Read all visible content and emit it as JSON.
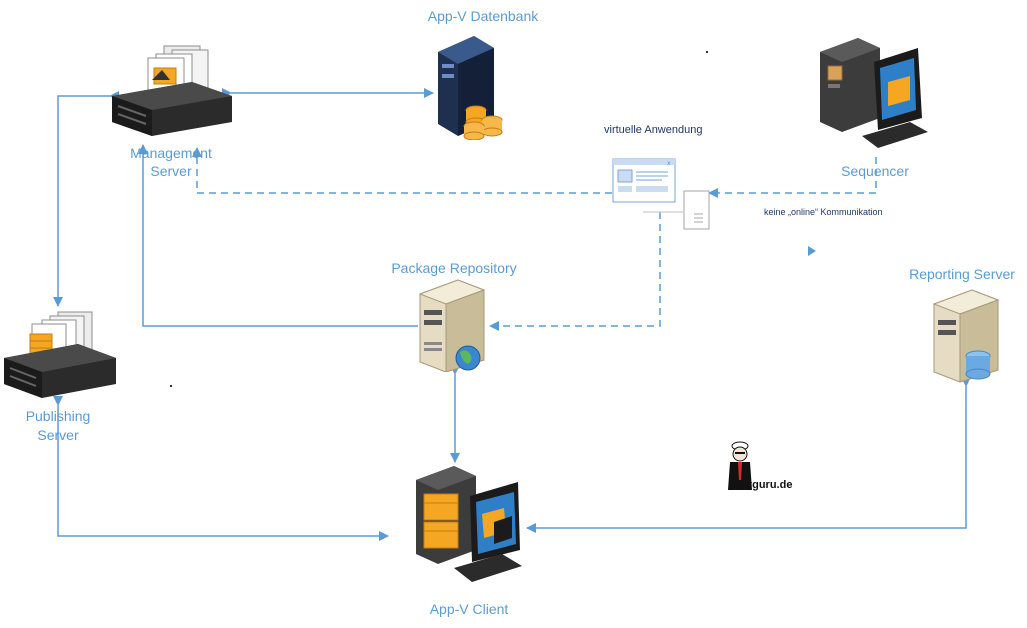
{
  "nodes": {
    "database": {
      "label": "App-V Datenbank"
    },
    "management": {
      "label_line1": "Management",
      "label_line2": "Server"
    },
    "sequencer": {
      "label": "Sequencer"
    },
    "repository": {
      "label": "Package Repository"
    },
    "reporting": {
      "label": "Reporting Server"
    },
    "publishing": {
      "label_line1": "Publishing",
      "label_line2": "Server"
    },
    "client": {
      "label": "App-V Client"
    }
  },
  "annotations": {
    "virtual_app": "virtuelle Anwendung",
    "no_online": "keine „online“ Kommunikation"
  },
  "logo": {
    "text": "vguru.de"
  },
  "colors": {
    "accent": "#5b9bd5",
    "dark_text": "#1f3864",
    "box_orange": "#f5a623"
  },
  "icons": [
    "server-rack-icon",
    "database-server-icon",
    "workstation-icon",
    "tower-server-icon",
    "window-icon",
    "document-icon",
    "mascot-icon"
  ]
}
